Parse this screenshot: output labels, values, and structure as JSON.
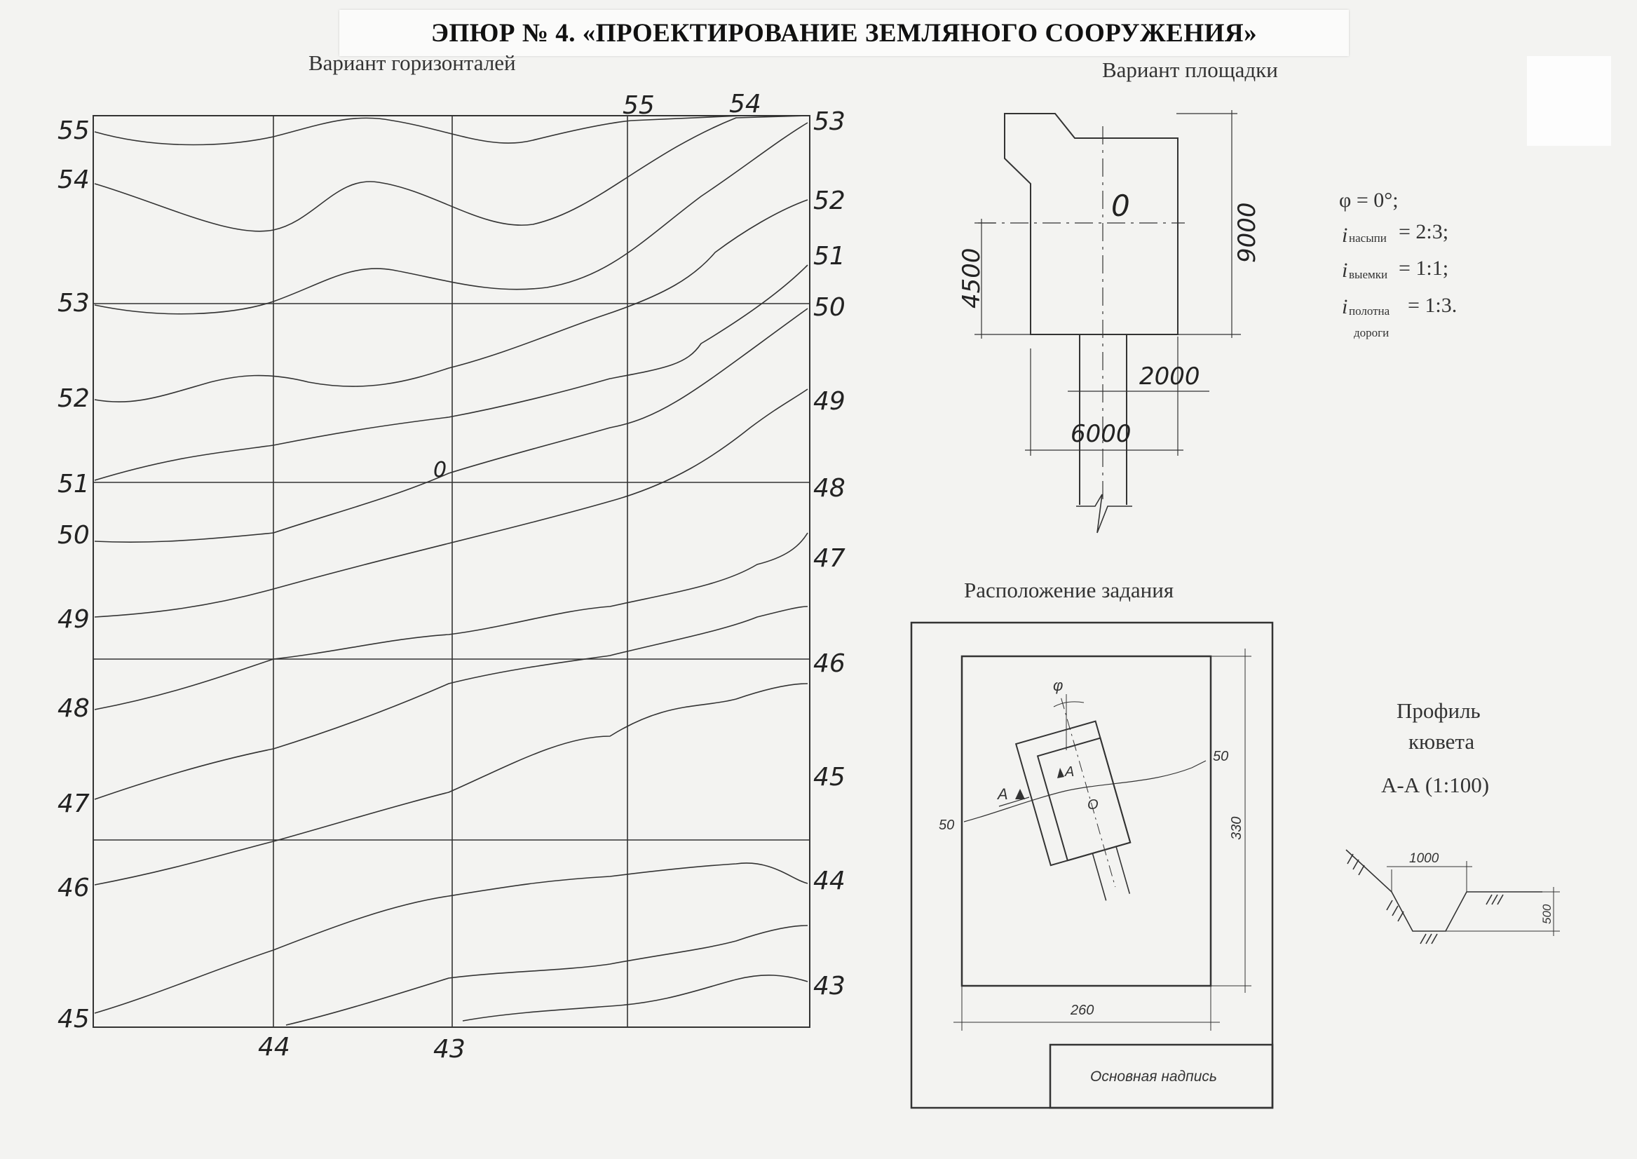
{
  "title": "ЭПЮР № 4. «ПРОЕКТИРОВАНИЕ ЗЕМЛЯНОГО СООРУЖЕНИЯ»",
  "contour_plan": {
    "heading": "Вариант горизонталей",
    "left_labels": [
      "55",
      "54",
      "53",
      "52",
      "51",
      "50",
      "49",
      "48",
      "47",
      "46",
      "45"
    ],
    "right_labels": [
      "53",
      "52",
      "51",
      "50",
      "49",
      "48",
      "47",
      "46",
      "45",
      "44",
      "43"
    ],
    "top_labels": [
      "55",
      "54"
    ],
    "bottom_labels": [
      "44",
      "43"
    ],
    "point_label": "0"
  },
  "site": {
    "heading": "Вариант площадки",
    "center_label": "0",
    "dim_height": "9000",
    "dim_half": "4500",
    "dim_road": "2000",
    "dim_width": "6000"
  },
  "params": {
    "phi": "φ = 0°;",
    "i1_sym": "i",
    "i1_sub": "насыпи",
    "i1_val": "= 2:3;",
    "i2_sym": "i",
    "i2_sub": "выемки",
    "i2_val": "= 1:1;",
    "i3_sym": "i",
    "i3_sub": "полотна",
    "i3_sub2": "дороги",
    "i3_val": "= 1:3."
  },
  "layout_task": {
    "heading": "Расположение задания",
    "phi_label": "φ",
    "section_label": "A",
    "point_label": "O",
    "contour_left": "50",
    "contour_right": "50",
    "dim_height": "330",
    "dim_width": "260",
    "title_block": "Основная надпись"
  },
  "ditch": {
    "heading_line1": "Профиль",
    "heading_line2": "кювета",
    "heading_line3": "А-А (1:100)",
    "dim_width": "1000",
    "dim_depth": "500"
  }
}
